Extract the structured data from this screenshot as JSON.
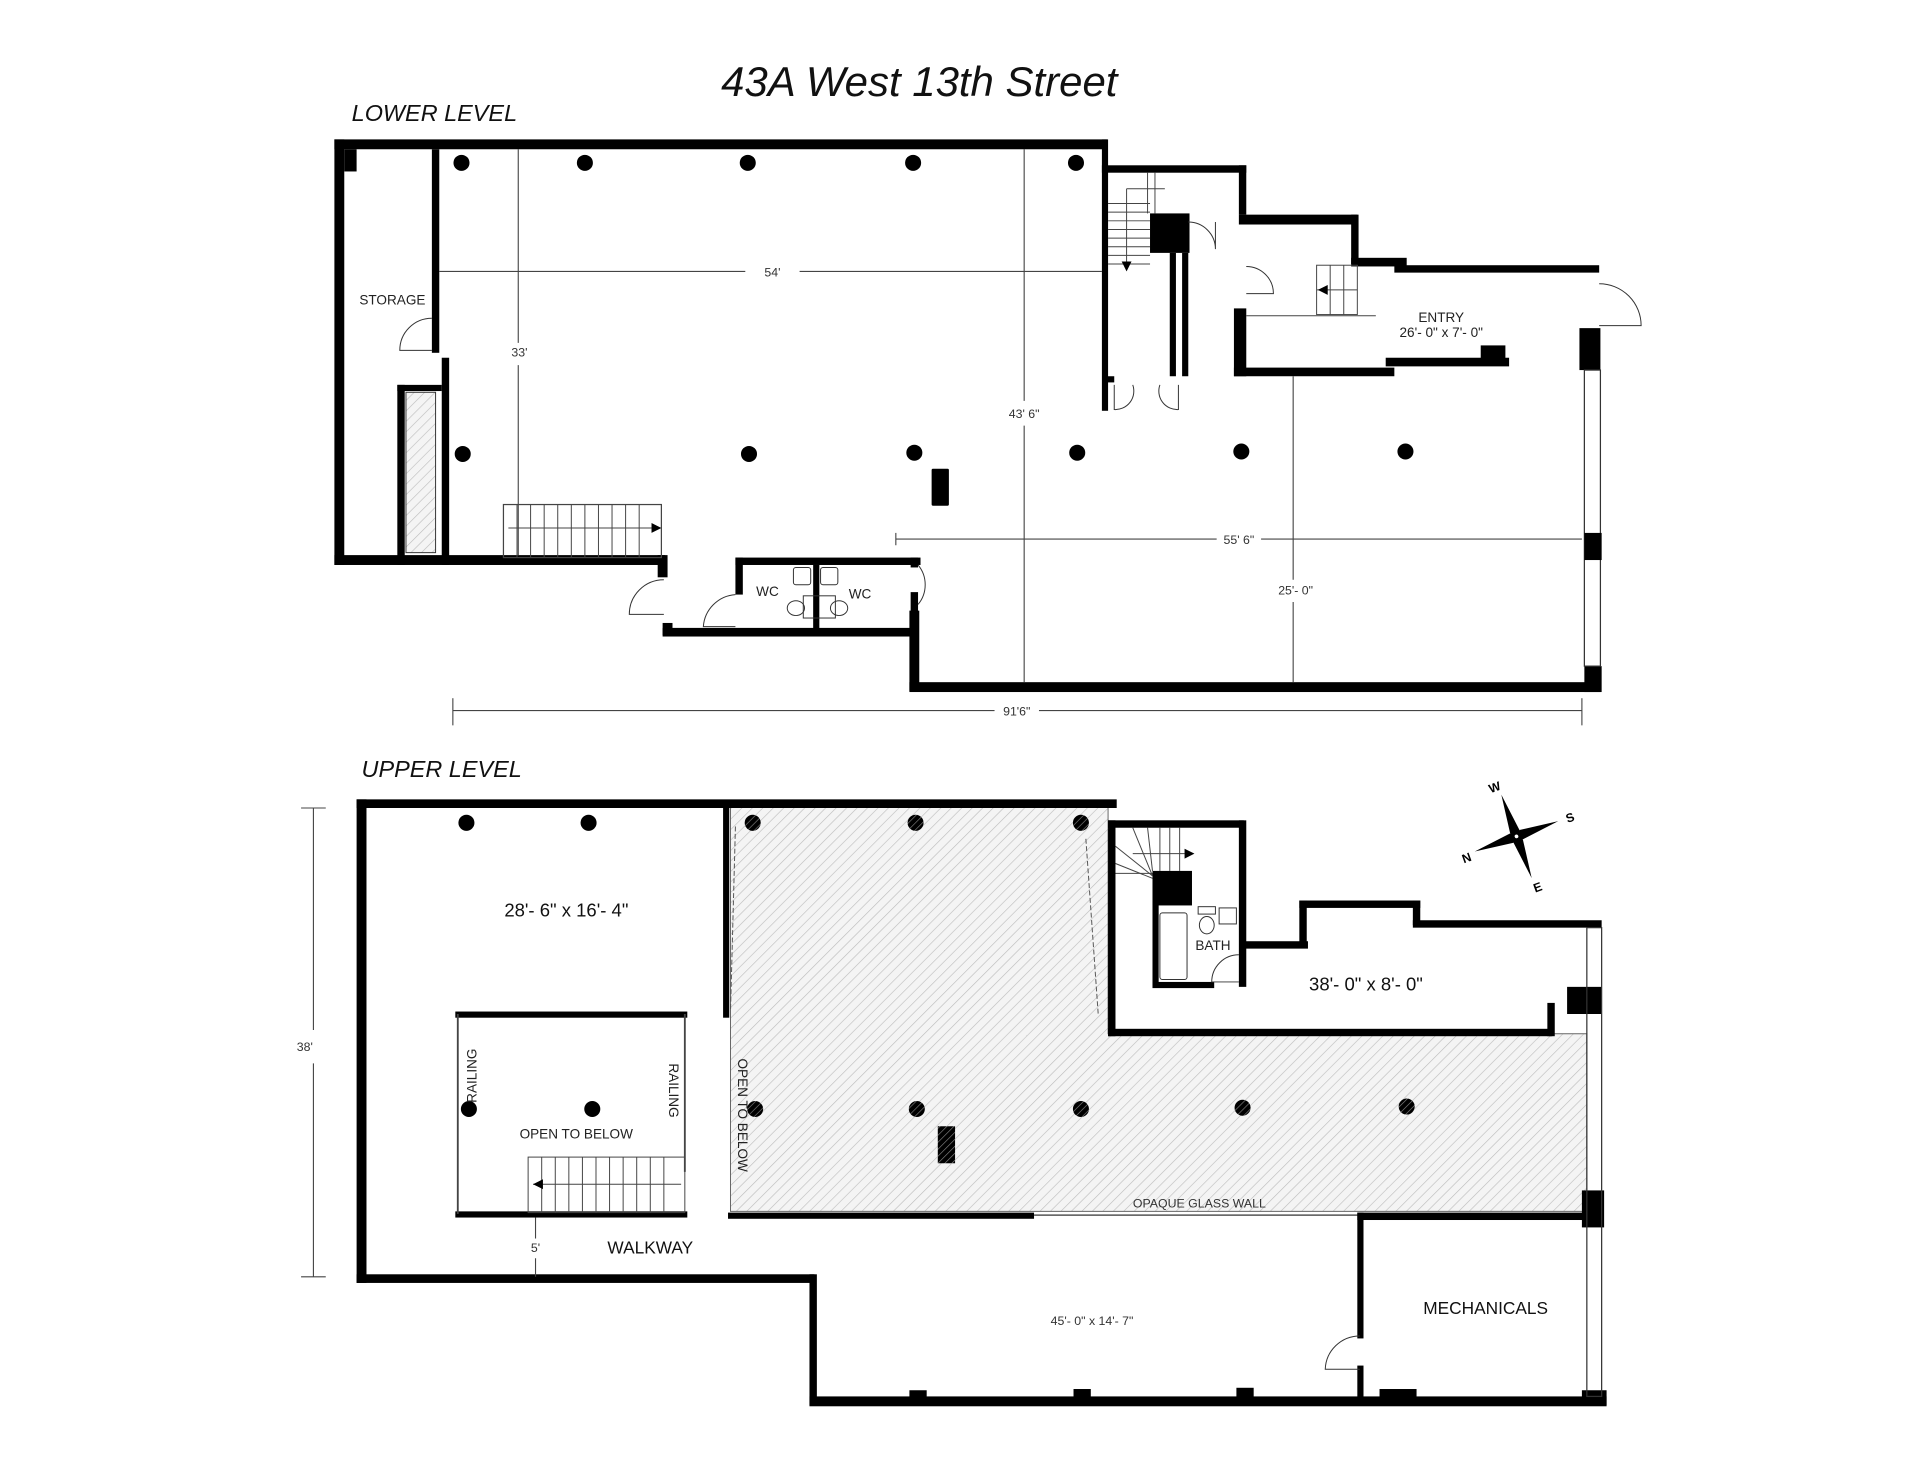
{
  "title": "43A West 13th Street",
  "lower_level": {
    "heading": "LOWER LEVEL",
    "rooms": {
      "storage": "STORAGE",
      "entry": "ENTRY",
      "entry_size": "26'- 0\" x 7'- 0\"",
      "wc_left": "WC",
      "wc_right": "WC"
    },
    "dimensions": {
      "width_main": "54'",
      "depth_left": "33'",
      "depth_mid": "43' 6\"",
      "width_right": "55' 6\"",
      "depth_right": "25'- 0\"",
      "overall_length": "91'6\""
    }
  },
  "upper_level": {
    "heading": "UPPER LEVEL",
    "rooms": {
      "room_1_size": "28'- 6\" x 16'- 4\"",
      "railing_left": "RAILING",
      "railing_right": "RAILING",
      "open_to_below_1": "OPEN TO BELOW",
      "open_to_below_2": "OPEN TO BELOW",
      "walkway": "WALKWAY",
      "bath": "BATH",
      "room_2_size": "38'- 0\" x 8'- 0\"",
      "opaque_glass_wall": "OPAQUE GLASS WALL",
      "room_3_size": "45'- 0\" x 14'- 7\"",
      "mechanicals": "MECHANICALS"
    },
    "dimensions": {
      "depth_overall": "38'",
      "walkway_width": "5'"
    }
  },
  "compass": {
    "icon": "compass-rose-icon",
    "n": "N",
    "s": "S",
    "e": "E",
    "w": "W"
  }
}
